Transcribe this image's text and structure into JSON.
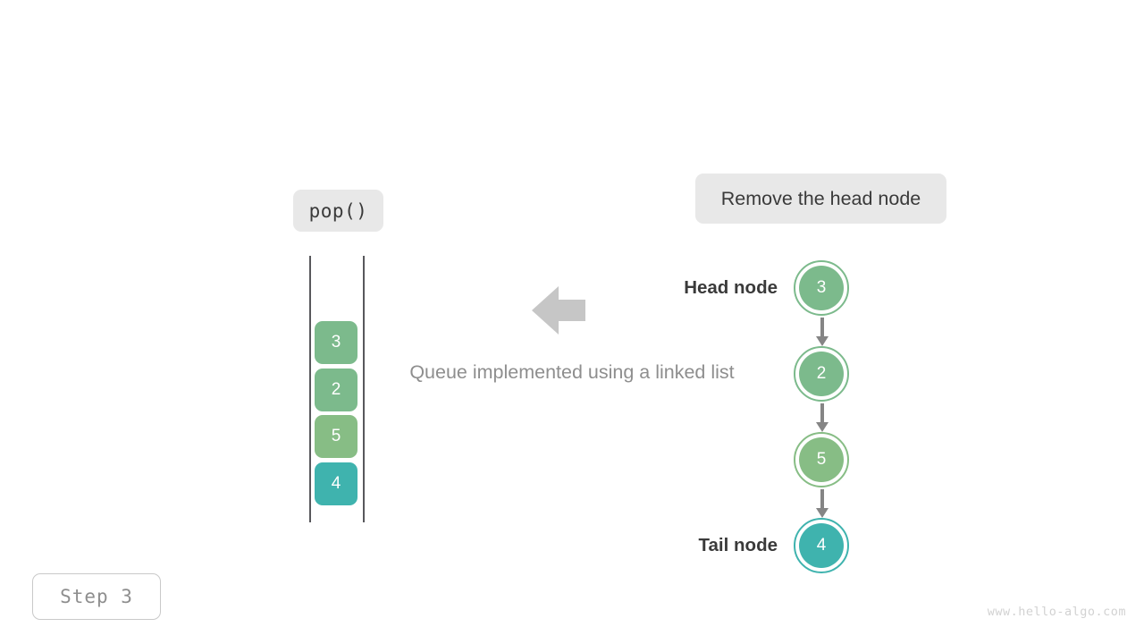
{
  "operation": {
    "label": "pop()",
    "action_text": "Remove the head node"
  },
  "caption": "Queue implemented using a linked list",
  "queue": {
    "blocks": [
      {
        "value": "3",
        "color": "#7cba8c"
      },
      {
        "value": "2",
        "color": "#7cba8c"
      },
      {
        "value": "5",
        "color": "#87bd85"
      },
      {
        "value": "4",
        "color": "#3fb3ae"
      }
    ]
  },
  "linked_list": {
    "head_label": "Head node",
    "tail_label": "Tail node",
    "nodes": [
      {
        "value": "3",
        "color": "#7cba8c"
      },
      {
        "value": "2",
        "color": "#7cba8c"
      },
      {
        "value": "5",
        "color": "#87bd85"
      },
      {
        "value": "4",
        "color": "#3fb3ae"
      }
    ]
  },
  "step": {
    "label": "Step 3"
  },
  "watermark": "www.hello-algo.com",
  "colors": {
    "green": "#7cba8c",
    "green_alt": "#87bd85",
    "teal": "#3fb3ae",
    "pill_bg": "#e8e8e8",
    "arrow_gray": "#c6c6c6",
    "connector_gray": "#858585",
    "rail_gray": "#58585c",
    "muted_text": "#8e8e8e",
    "dark_text": "#3a3a3a"
  },
  "icons": {
    "big_arrow": "arrow-left-icon",
    "connector": "arrow-down-icon"
  }
}
